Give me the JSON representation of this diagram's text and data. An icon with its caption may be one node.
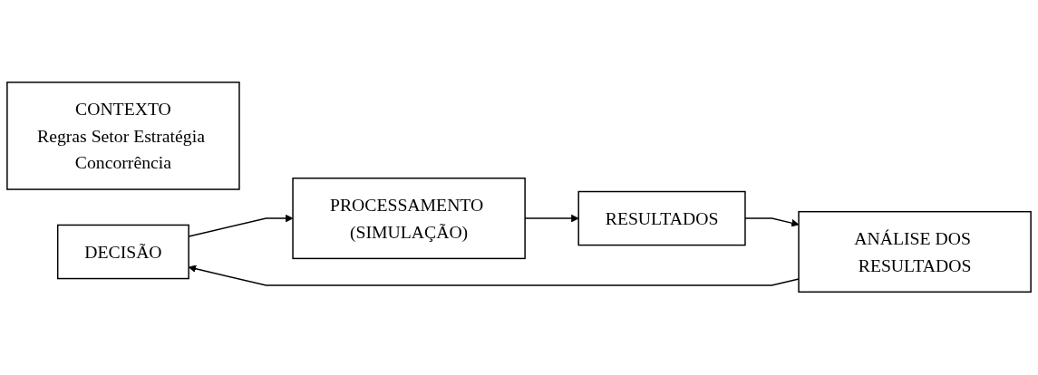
{
  "diagram": {
    "nodes": [
      {
        "text": [
          "CONTEXTO",
          "Regras Setor Estratégia Concorrência"
        ]
      },
      {
        "text": [
          "DECISÃO"
        ]
      },
      {
        "text": [
          "PROCESSAMENTO (SIMULAÇÃO)"
        ]
      },
      {
        "text": [
          "RESULTADOS"
        ]
      },
      {
        "text": [
          "ANÁLISE DOS RESULTADOS"
        ]
      }
    ],
    "edges": [
      {
        "from": 1,
        "to": 2,
        "arrow": "to"
      },
      {
        "from": 2,
        "to": 3,
        "arrow": "to"
      },
      {
        "from": 3,
        "to": 4,
        "arrow": "to"
      },
      {
        "from": 4,
        "to": 1,
        "arrow": "to"
      }
    ]
  }
}
